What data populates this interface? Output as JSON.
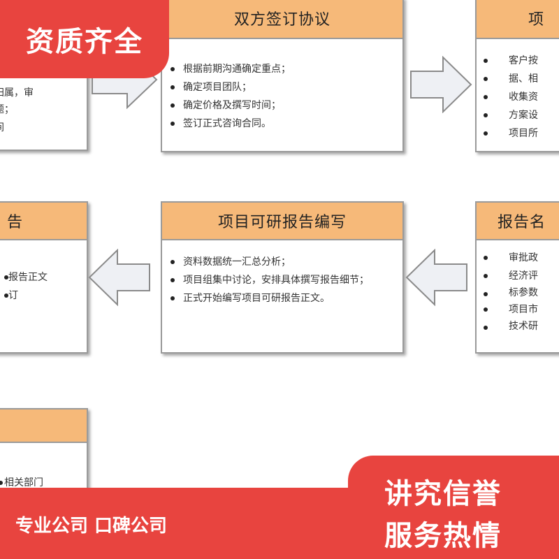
{
  "badges": {
    "top_left": "资质齐全",
    "bottom_right_line1": "讲究信誉",
    "bottom_right_line2": "服务热情",
    "bottom_banner": "专业公司 口碑公司"
  },
  "boxes": {
    "sign": {
      "title": "双方签订协议",
      "items": [
        "根据前期沟通确定重点；",
        "确定项目团队；",
        "确定价格及撰写时间；",
        "签订正式咨询合同。"
      ]
    },
    "left_top_partial": {
      "items": [
        "归属，审",
        "题；",
        "间"
      ]
    },
    "right_top_partial": {
      "title": "项",
      "items": [
        "客户按",
        "据、相",
        "收集资",
        "方案设",
        "项目所"
      ]
    },
    "write": {
      "title": "项目可研报告编写",
      "items": [
        "资料数据统一汇总分析；",
        "项目组集中讨论，安排具体撰写报告细节；",
        "正式开始编写项目可研报告正文。"
      ]
    },
    "left_mid_partial": {
      "title": "告",
      "items": [
        "报告正文",
        "订"
      ]
    },
    "right_mid_partial": {
      "title": "报告名",
      "items": [
        "审批政",
        "经济评",
        "标参数",
        "项目市",
        "技术研"
      ]
    },
    "left_bottom_partial": {
      "items": [
        "相关部门"
      ]
    }
  },
  "colors": {
    "header": "#f6b979",
    "border": "#9a9a9a",
    "badge": "#e8443f"
  }
}
